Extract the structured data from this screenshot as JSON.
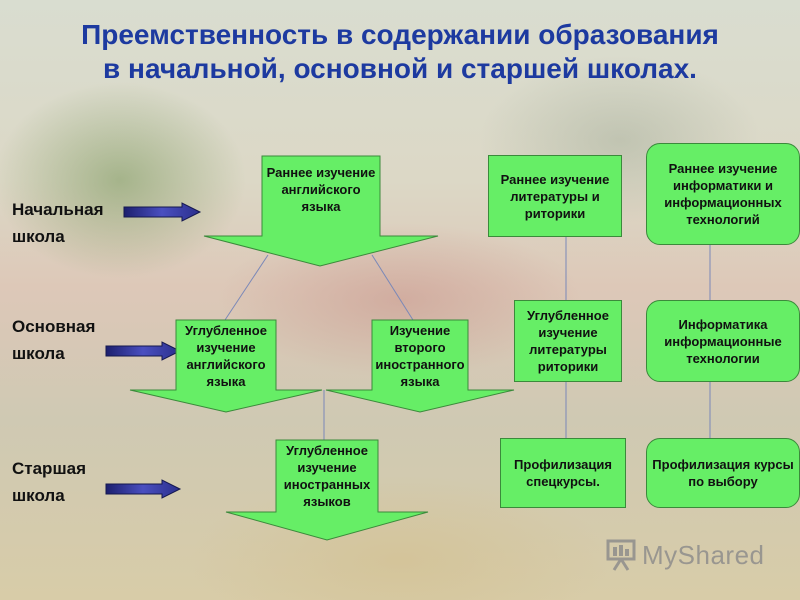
{
  "title": "Преемственность в содержании образования в начальной, основной и старшей школах.",
  "levels": [
    {
      "line1": "Начальная",
      "line2": "школа"
    },
    {
      "line1": "Основная",
      "line2": "школа"
    },
    {
      "line1": "Старшая",
      "line2": "школа"
    }
  ],
  "boxes": {
    "english_early": "Раннее изучение английского языка",
    "english_deep": "Углубленное изучение английского языка",
    "second_language": "Изучение второго иностранного языка",
    "foreign_deep": "Углубленное изучение иностранных языков",
    "literature_early": "Раннее изучение литературы и риторики",
    "literature_deep": "Углубленное изучение литературы риторики",
    "literature_profile": "Профилизация спецкурсы.",
    "informatics_early": "Раннее изучение информатики и информационных технологий",
    "informatics_main": "Информатика информационные технологии",
    "informatics_profile": "Профилизация курсы по выбору"
  },
  "watermark": "MyShared",
  "colors": {
    "title": "#1d3aa0",
    "box_fill": "#66ee66",
    "box_border": "#3b8a3b",
    "arrow": "#2b2f8c",
    "connector": "#7a88b8"
  },
  "icons": [
    "level-arrow-icon",
    "presentation-board-icon"
  ]
}
